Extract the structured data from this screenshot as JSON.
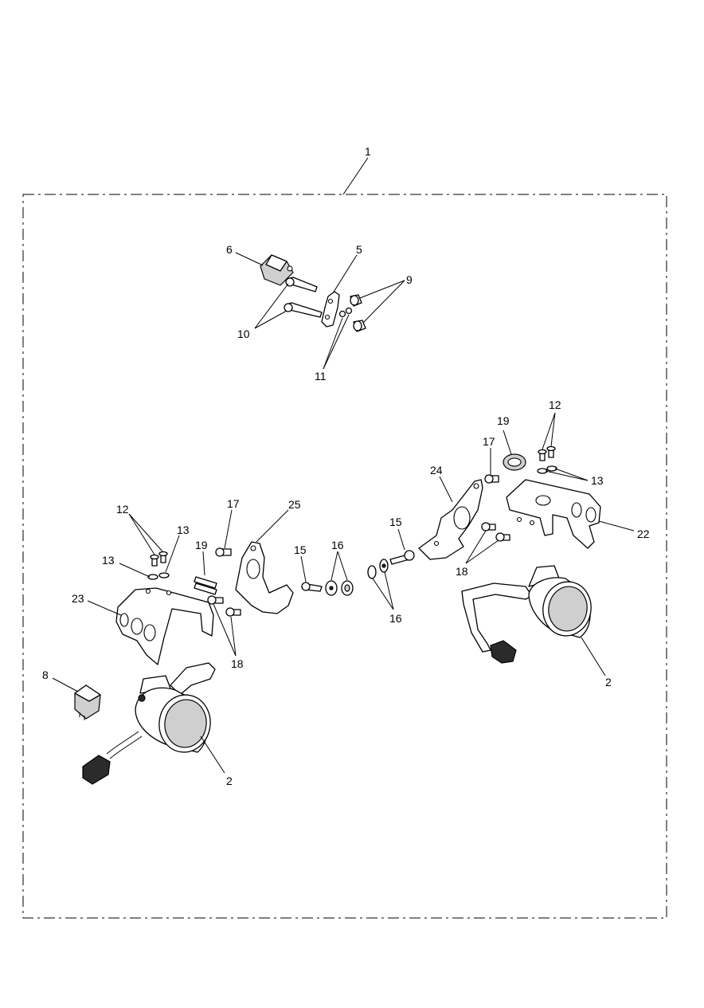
{
  "callouts": {
    "c1": "1",
    "c2a": "2",
    "c2b": "2",
    "c5": "5",
    "c6": "6",
    "c8": "8",
    "c9": "9",
    "c10": "10",
    "c11": "11",
    "c12a": "12",
    "c12b": "12",
    "c13a": "13",
    "c13b": "13",
    "c13c": "13",
    "c15a": "15",
    "c15b": "15",
    "c16a": "16",
    "c16b": "16",
    "c17a": "17",
    "c17b": "17",
    "c18a": "18",
    "c18b": "18",
    "c19a": "19",
    "c19b": "19",
    "c22": "22",
    "c23": "23",
    "c24": "24",
    "c25": "25"
  }
}
